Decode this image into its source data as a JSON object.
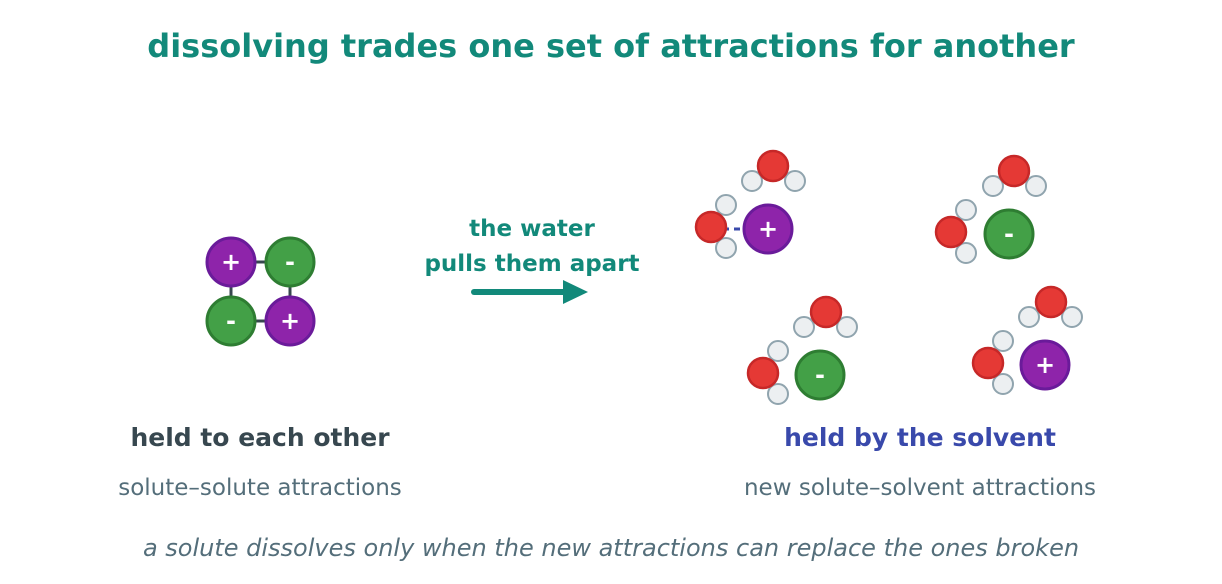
{
  "title": "dissolving trades one set of attractions for another",
  "arrow": {
    "line1": "the water",
    "line2": "pulls them apart"
  },
  "left": {
    "heading": "held to each other",
    "subheading": "solute–solute attractions",
    "ions": [
      {
        "sign": "+",
        "charge": "positive"
      },
      {
        "sign": "-",
        "charge": "negative"
      },
      {
        "sign": "-",
        "charge": "negative"
      },
      {
        "sign": "+",
        "charge": "positive"
      }
    ]
  },
  "right": {
    "heading": "held by the solvent",
    "subheading": "new solute–solvent attractions",
    "ions": [
      {
        "sign": "+",
        "charge": "positive"
      },
      {
        "sign": "-",
        "charge": "negative"
      },
      {
        "sign": "-",
        "charge": "negative"
      },
      {
        "sign": "+",
        "charge": "positive"
      }
    ]
  },
  "footer": "a solute dissolves only when the new attractions can replace the ones broken",
  "colors": {
    "title": "#12897a",
    "arrow": "#12897a",
    "left_heading": "#37474f",
    "right_heading": "#3949ab",
    "subheading": "#546e7a",
    "footer": "#546e7a",
    "positive_ion": "#8e24aa",
    "positive_ion_stroke": "#6a1b9a",
    "negative_ion": "#43a047",
    "negative_ion_stroke": "#2e7d32",
    "oxygen": "#e53935",
    "oxygen_stroke": "#c62828",
    "hydrogen": "#eceff1",
    "hydrogen_stroke": "#90a4ae",
    "bond": "#37474f",
    "solvation_link": "#3949ab"
  }
}
